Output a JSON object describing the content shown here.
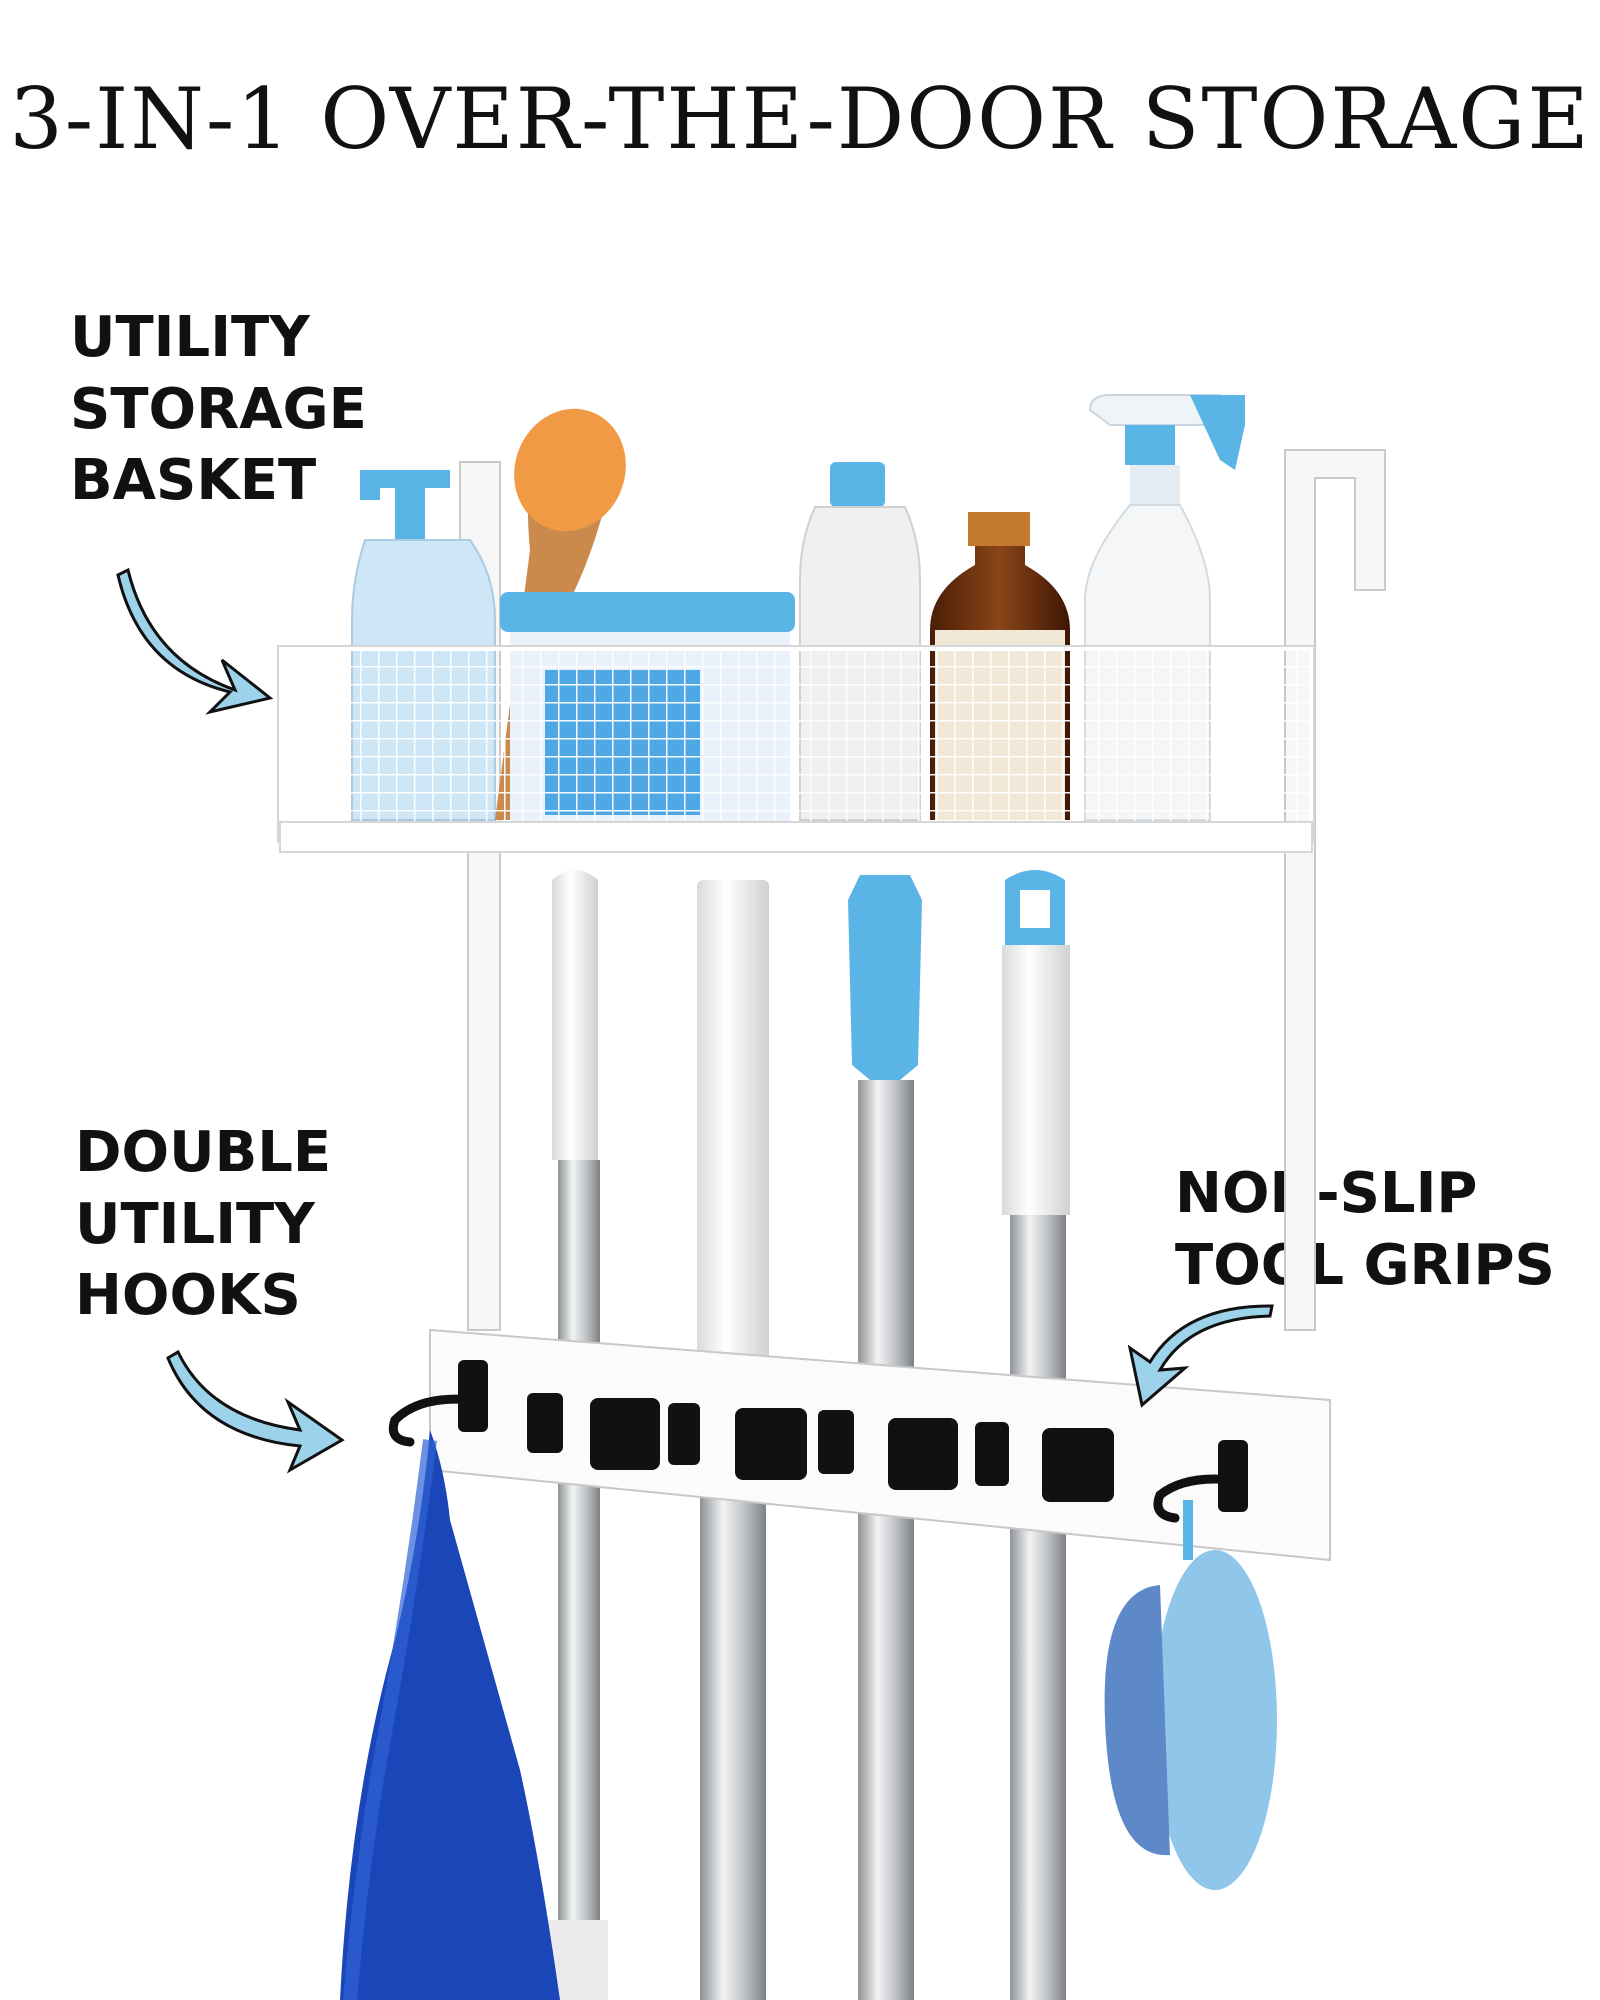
{
  "title": "3-IN-1 OVER-THE-DOOR STORAGE",
  "callouts": {
    "basket": "UTILITY\nSTORAGE\nBASKET",
    "hooks": "DOUBLE\nUTILITY\nHOOKS",
    "grips": "NON-SLIP\nTOOL GRIPS"
  },
  "colors": {
    "accent_blue": "#5ab4e6",
    "arrow_fill": "#9dd3ea",
    "frame_white": "#ffffff",
    "steel": "#c8cbce",
    "clip_black": "#111111",
    "towel_blue": "#1a46b8",
    "amber": "#7a3a12"
  }
}
